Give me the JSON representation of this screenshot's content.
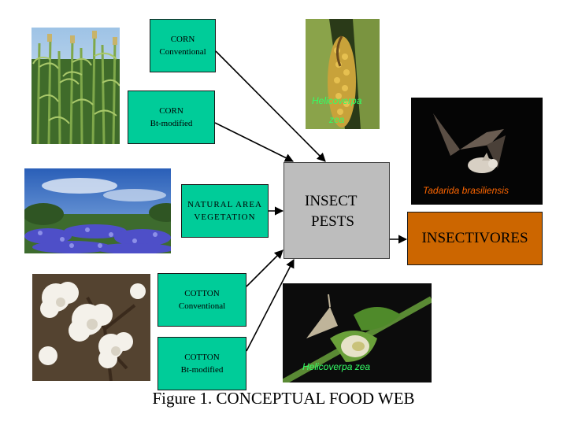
{
  "boxes": {
    "corn_conventional": {
      "line1": "CORN",
      "line2": "Conventional"
    },
    "corn_bt": {
      "line1": "CORN",
      "line2": "Bt-modified"
    },
    "natural_area": {
      "line1": "NATURAL AREA",
      "line2": "VEGETATION"
    },
    "cotton_conventional": {
      "line1": "COTTON",
      "line2": "Conventional"
    },
    "cotton_bt": {
      "line1": "COTTON",
      "line2": "Bt-modified"
    }
  },
  "pests": {
    "line1": "INSECT",
    "line2": "PESTS"
  },
  "insectivores": {
    "label": "INSECTIVORES"
  },
  "species": {
    "earworm_top": {
      "line1": "Helicoverpa",
      "line2": "zea"
    },
    "bat": "Tadarida brasiliensis",
    "earworm_bottom": "Helicoverpa zea"
  },
  "caption": "Figure 1. CONCEPTUAL FOOD WEB",
  "colors": {
    "crop_box": "#00cc99",
    "pests_box": "#bdbdbd",
    "insectivores_box": "#cc6600",
    "species_label_green": "#33ff66",
    "species_label_orange": "#ff6600",
    "arrow": "#000000"
  }
}
